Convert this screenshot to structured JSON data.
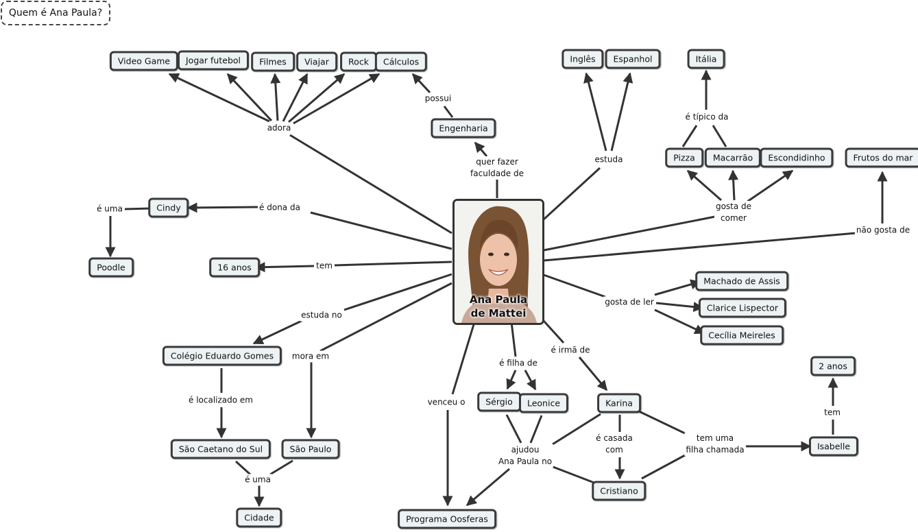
{
  "title": "Quem é Ana Paula?",
  "center": {
    "name": "Ana Paula\nde Mattei"
  },
  "nodes": {
    "videogame": "Video Game",
    "futebol": "Jogar futebol",
    "filmes": "Filmes",
    "viajar": "Viajar",
    "rock": "Rock",
    "calculos": "Cálculos",
    "engenharia": "Engenharia",
    "ingles": "Inglês",
    "espanhol": "Espanhol",
    "italia": "Itália",
    "pizza": "Pizza",
    "macarrao": "Macarrão",
    "escondidinho": "Escondidinho",
    "frutos": "Frutos do mar",
    "cindy": "Cindy",
    "poodle": "Poodle",
    "idade": "16 anos",
    "colegio": "Colégio Eduardo Gomes",
    "saocaetano": "São Caetano do Sul",
    "saopaulo": "São Paulo",
    "cidade": "Cidade",
    "machado": "Machado de Assis",
    "clarice": "Clarice Lispector",
    "cecilia": "Cecília Meireles",
    "sergio": "Sérgio",
    "leonice": "Leonice",
    "karina": "Karina",
    "cristiano": "Cristiano",
    "oosferas": "Programa Oosferas",
    "isabelle": "Isabelle",
    "doisanos": "2 anos"
  },
  "labels": {
    "adora": "adora",
    "possui": "possui",
    "querfazer": "quer fazer\nfaculdade de",
    "estuda": "estuda",
    "tipico": "é típico da",
    "gostacomer": "gosta de\ncomer",
    "naogosta": "não gosta de",
    "dona": "é dona da",
    "euma1": "é uma",
    "tem1": "tem",
    "estudano": "estuda no",
    "localizado": "é localizado em",
    "moraem": "mora em",
    "euma2": "é uma",
    "gostaler": "gosta de ler",
    "filha": "é filha de",
    "irma": "é irmã de",
    "venceu": "venceu o",
    "ajudou": "ajudou\nAna Paula no",
    "casada": "é casada\ncom",
    "temfilha": "tem uma\nfilha chamada",
    "tem2": "tem"
  },
  "colors": {
    "line": "#333333",
    "node_fill": "#edf2f4",
    "node_border": "#3a3a3a"
  }
}
